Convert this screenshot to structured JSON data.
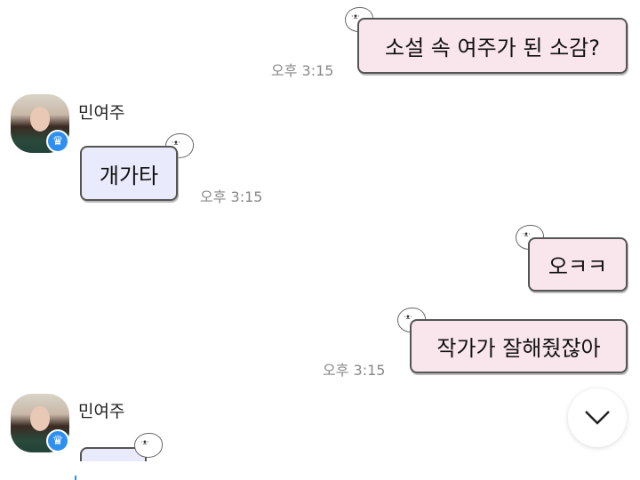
{
  "messages": [
    {
      "side": "right",
      "text": "소설 속 여주가 된 소감?",
      "time": "오후 3:15"
    },
    {
      "side": "left",
      "sender": "민여주",
      "text": "개가타",
      "time": "오후 3:15"
    },
    {
      "side": "right",
      "text": "오ㅋㅋ"
    },
    {
      "side": "right",
      "text": "작가가 잘해줬잖아",
      "time": "오후 3:15"
    },
    {
      "side": "left",
      "sender": "민여주",
      "text": ""
    }
  ],
  "scroll_button": {
    "icon": "chevron-down-icon"
  },
  "colors": {
    "sent_bubble": "#f9e6ec",
    "received_bubble": "#e9eafc",
    "badge": "#2f8fef"
  }
}
